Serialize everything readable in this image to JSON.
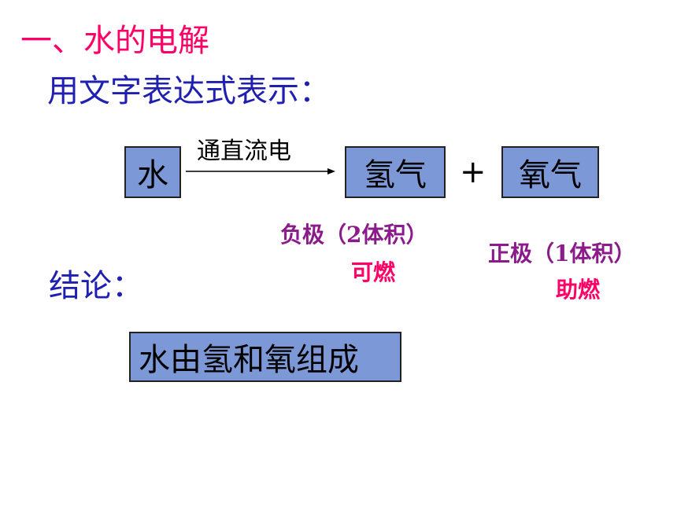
{
  "title": "一、水的电解",
  "subtitle": "用文字表达式表示：",
  "equation": {
    "reactant": "水",
    "condition": "通直流电",
    "product1": "氢气",
    "plus": "+",
    "product2": "氧气"
  },
  "hydrogen_note": {
    "electrode": "负极（2体积）",
    "property": "可燃"
  },
  "oxygen_note": {
    "electrode": "正极（1体积）",
    "property": "助燃"
  },
  "conclusion_label": "结论：",
  "conclusion_text": "水由氢和氧组成",
  "colors": {
    "title": "#ff0066",
    "text_blue": "#1f1fb0",
    "box_fill": "#7d98d6",
    "electrode_label": "#8b1a8b",
    "property_label": "#ff0066"
  }
}
